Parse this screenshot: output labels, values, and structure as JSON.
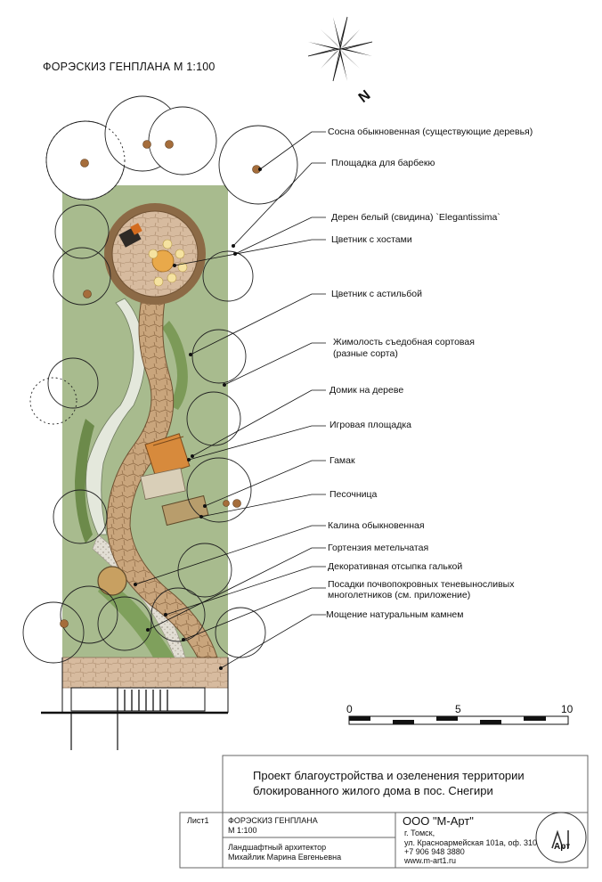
{
  "title": "ФОРЭСКИЗ ГЕНПЛАНА М 1:100",
  "north_label": "N",
  "labels": [
    "Сосна обыкновенная (существующие деревья)",
    "Площадка для барбекю",
    "Дерен белый (свидина) `Elegantissima`",
    "Цветник с хостами",
    "Цветник с астильбой",
    "Жимолость съедобная сортовая",
    "(разные сорта)",
    "Домик на дереве",
    "Игровая площадка",
    "Гамак",
    "Песочница",
    "Калина обыкновенная",
    "Гортензия метельчатая",
    "Декоративная отсыпка галькой",
    "Посадки почвопокровных теневыносливых",
    "многолетников (см. приложение)",
    "Мощение натуральным камнем"
  ],
  "scale_bar": {
    "ticks": [
      "0",
      "5",
      "10"
    ]
  },
  "project": {
    "line1": "Проект благоустройства и озеленения территории",
    "line2": "блокированного жилого дома в пос. Снегири"
  },
  "stamp": {
    "sheet": "Лист1",
    "sheet_title": "ФОРЭСКИЗ ГЕНПЛАНА",
    "sheet_scale": "М 1:100",
    "role": "Ландшафтный архитектор",
    "author": "Михайлик Марина Евгеньевна",
    "company": "ООО \"М-Арт\"",
    "address1": "г. Томск,",
    "address2": "ул. Красноармейская 101а, оф. 310",
    "phone": "+7 906 948 3880",
    "site": "www.m-art1.ru",
    "logo_text": "Арт"
  },
  "colors": {
    "lawn": "#a9bc8f",
    "path": "#c7a47a",
    "stone": "#d6b99c",
    "gravel": "#dedbd2"
  }
}
